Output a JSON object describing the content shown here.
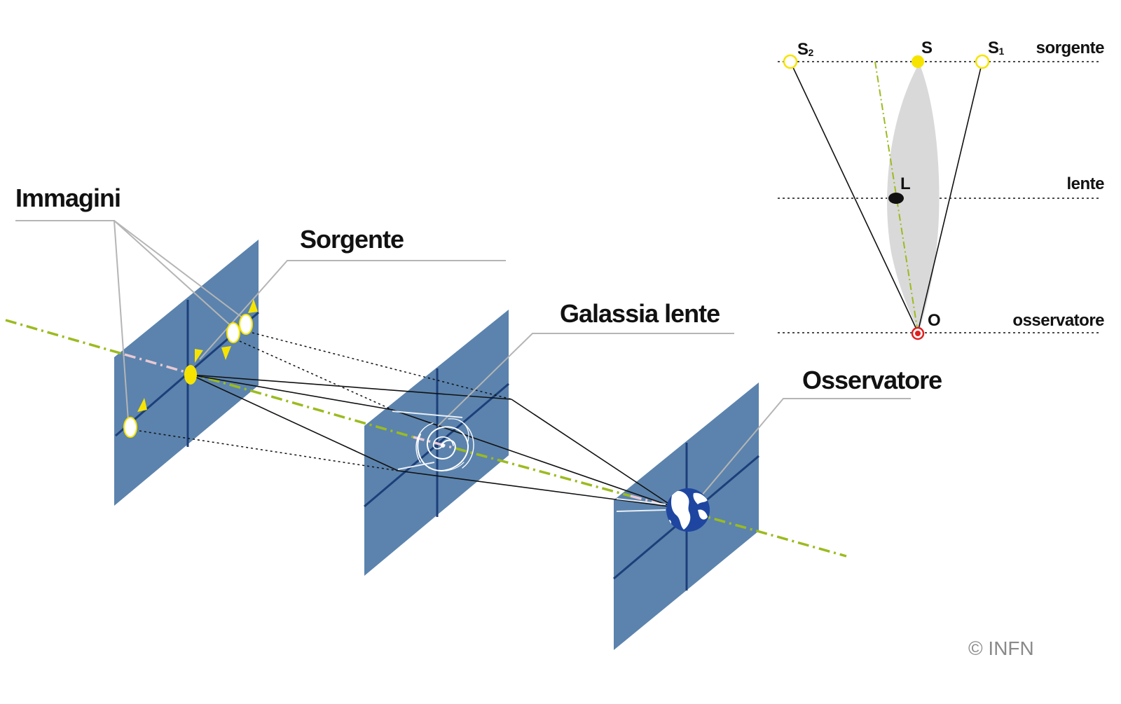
{
  "labels": {
    "immagini": "Immagini",
    "sorgente": "Sorgente",
    "galassia_lente": "Galassia lente",
    "osservatore": "Osservatore"
  },
  "inset": {
    "row_sorgente": "sorgente",
    "row_lente": "lente",
    "row_osservatore": "osservatore",
    "s2_main": "S",
    "s2_sub": "2",
    "s_main": "S",
    "s1_main": "S",
    "s1_sub": "1",
    "l": "L",
    "o": "O"
  },
  "copyright": "© INFN",
  "colors": {
    "plane": "#5b83ad",
    "plane_cross": "#1c3f7a",
    "axis": "#9bbb1f",
    "source": "#f6e400",
    "lens_region": "#d9d9d9",
    "observer_marker": "#e02020",
    "leader_line": "#b5b5b5"
  },
  "icons": [
    "spiral-galaxy-icon",
    "earth-globe-icon"
  ]
}
